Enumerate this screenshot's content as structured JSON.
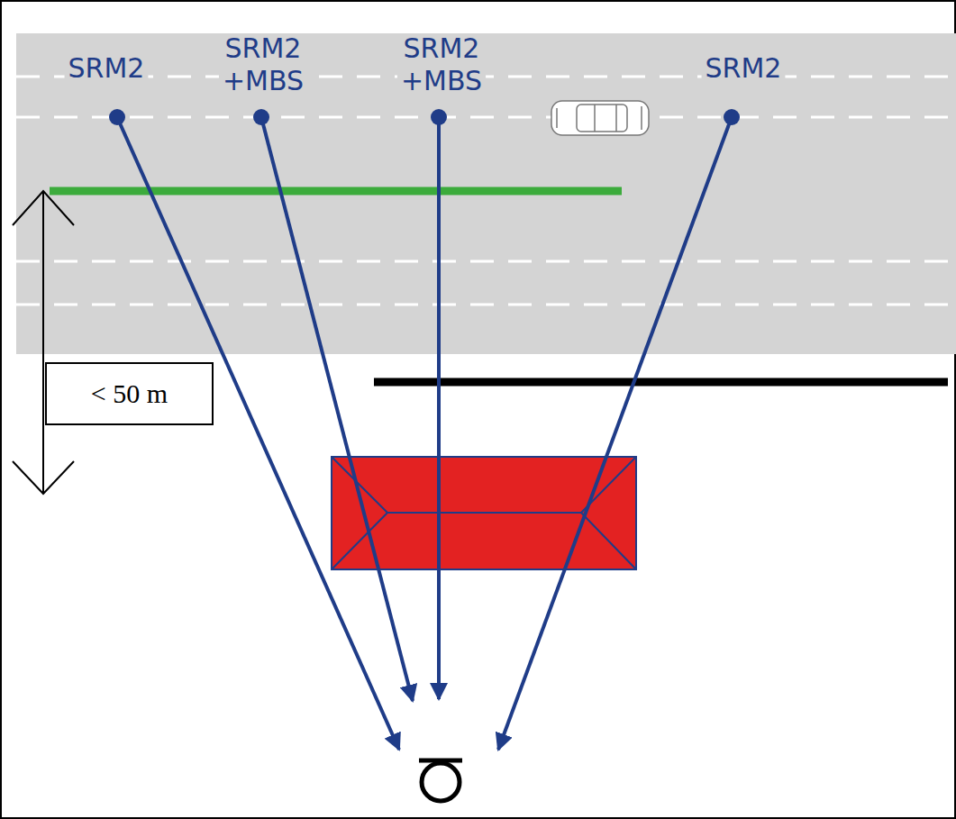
{
  "diagram": {
    "nodes": [
      {
        "text": [
          "SRM2"
        ]
      },
      {
        "text": [
          "SRM2 +MBS"
        ]
      },
      {
        "text": [
          "SRM2 +MBS"
        ]
      },
      {
        "text": [
          "SRM2"
        ]
      },
      {
        "text": [
          "< 50 m"
        ]
      }
    ]
  }
}
